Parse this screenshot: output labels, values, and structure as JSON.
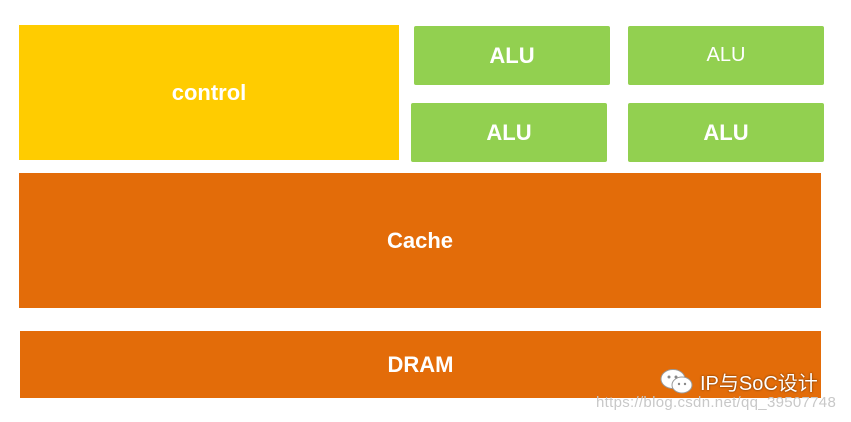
{
  "blocks": {
    "control": "control",
    "alu_top_left": "ALU",
    "alu_top_right": "ALU",
    "alu_bottom_left": "ALU",
    "alu_bottom_right": "ALU",
    "cache": "Cache",
    "dram": "DRAM"
  },
  "watermark": {
    "brand": "IP与SoC设计",
    "url": "https://blog.csdn.net/qq_39507748",
    "icon": "wechat-icon"
  },
  "colors": {
    "control": "#ffcc00",
    "alu": "#92d050",
    "memory": "#e36c09"
  }
}
